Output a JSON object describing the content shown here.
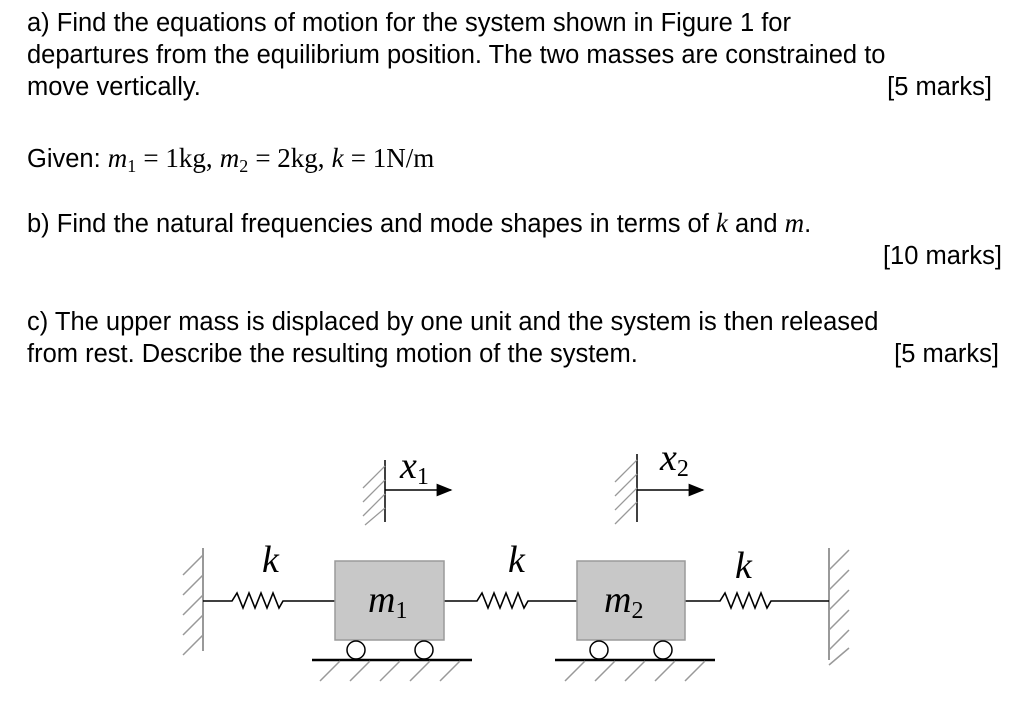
{
  "question": {
    "part_a": {
      "line1": "a) Find the equations of motion for the system shown in Figure 1 for",
      "line2": "departures from the equilibrium position. The two masses are constrained to",
      "line3": "move vertically.",
      "marks": "[5 marks]"
    },
    "given": {
      "label": "Given:",
      "m1_sym": "m",
      "m1_sub": "1",
      "m1_val": "= 1kg,",
      "m2_sym": "m",
      "m2_sub": "2",
      "m2_val": "= 2kg,",
      "k_sym": "k",
      "k_val": "= 1N/m"
    },
    "part_b": {
      "prefix": "b) Find the natural frequencies and mode shapes in terms of",
      "k": "k",
      "and": "and",
      "m": "m",
      "end": ".",
      "marks": "[10 marks]"
    },
    "part_c": {
      "line1": "c) The upper mass is displaced by one unit and the system is then released",
      "line2": "from rest. Describe the resulting motion of the system.",
      "marks": "[5 marks]"
    }
  },
  "figure": {
    "x1_label": "x",
    "x1_sub": "1",
    "x2_label": "x",
    "x2_sub": "2",
    "spring_left_label": "k",
    "spring_mid_label": "k",
    "spring_right_label": "k",
    "mass1_label": "m",
    "mass1_sub": "1",
    "mass2_label": "m",
    "mass2_sub": "2",
    "mass_fill": "#c8c8c8",
    "mass_stroke": "#9a9a9a",
    "wall_color": "#999999"
  }
}
